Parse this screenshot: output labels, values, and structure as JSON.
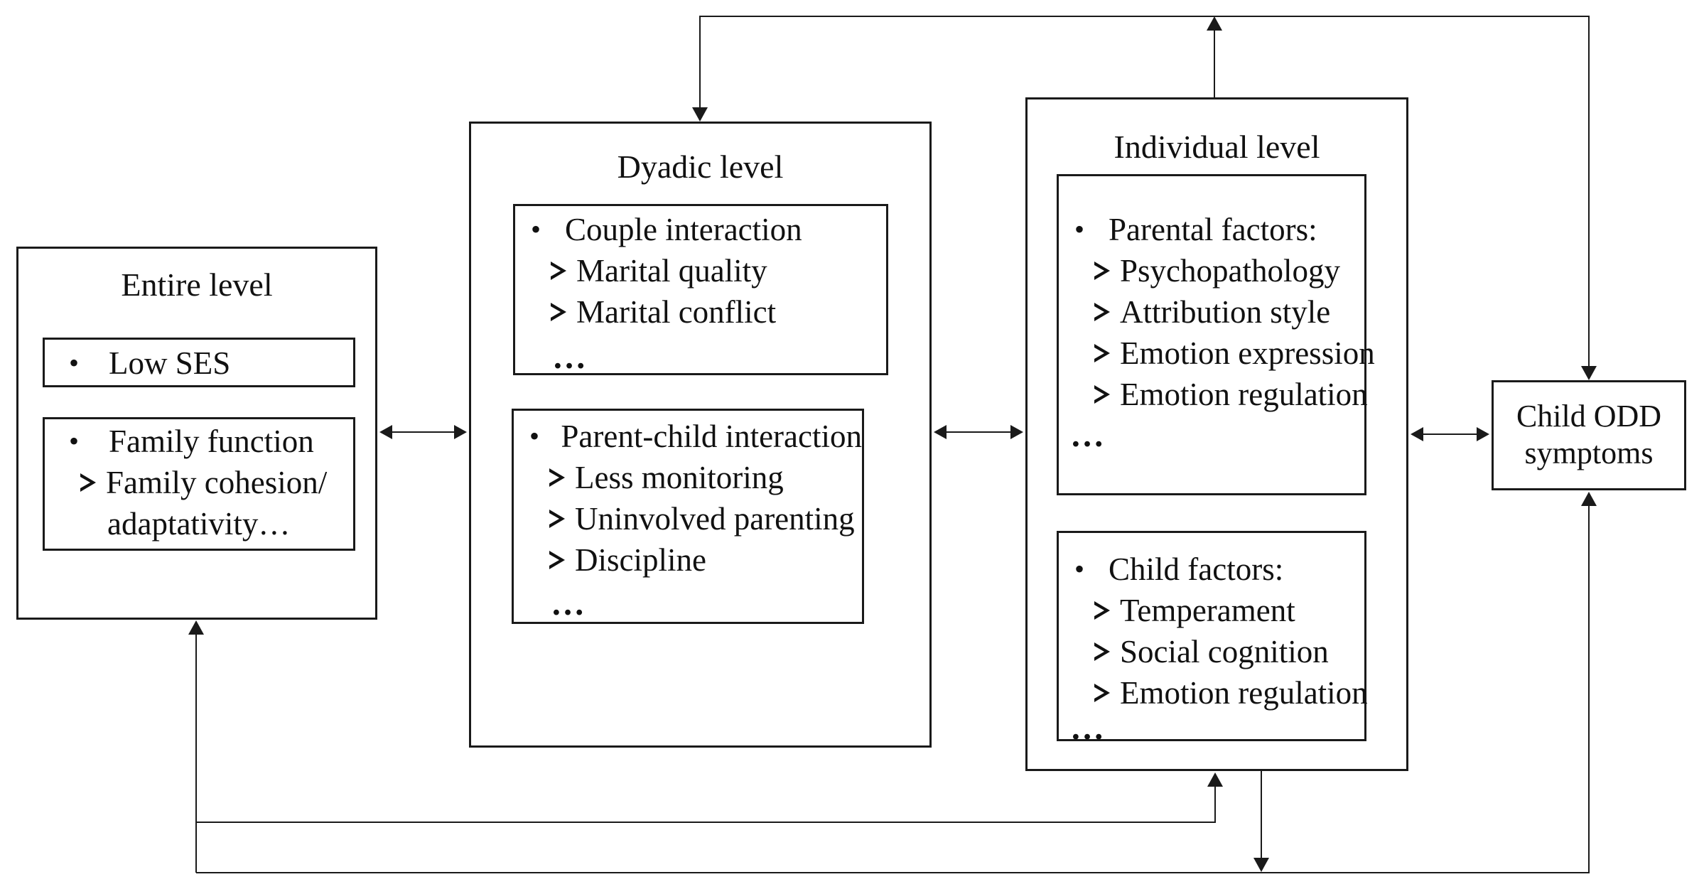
{
  "colors": {
    "background": "#ffffff",
    "line": "#1a1a1a"
  },
  "bullet": "•",
  "panels": {
    "entire": {
      "title": "Entire level",
      "low_ses": {
        "label": "Low SES"
      },
      "family_function": {
        "label": "Family function",
        "subs": [
          "Family cohesion/",
          "adaptativity…"
        ]
      }
    },
    "dyadic": {
      "title": "Dyadic level",
      "couple": {
        "label": "Couple interaction",
        "subs": [
          "Marital quality",
          "Marital conflict"
        ],
        "more": "…"
      },
      "parent_child": {
        "label": "Parent-child interaction",
        "subs": [
          "Less monitoring",
          "Uninvolved parenting",
          "Discipline"
        ],
        "more": "…"
      }
    },
    "individual": {
      "title": "Individual level",
      "parental": {
        "label": "Parental factors:",
        "subs": [
          "Psychopathology",
          "Attribution style",
          "Emotion expression",
          "Emotion regulation"
        ],
        "more": "…"
      },
      "child": {
        "label": "Child factors:",
        "subs": [
          "Temperament",
          "Social cognition",
          "Emotion regulation"
        ],
        "more": "…"
      }
    },
    "outcome": {
      "line1": "Child ODD",
      "line2": "symptoms"
    }
  },
  "relations": [
    {
      "from": "individual-level",
      "to": "top-feedback-line",
      "style": "arrow-up"
    },
    {
      "from": "top-feedback-line",
      "to": "dyadic-level",
      "style": "arrow-down"
    },
    {
      "from": "top-feedback-line",
      "to": "child-odd-symptoms",
      "style": "arrow-down"
    },
    {
      "from": "entire-level",
      "to": "dyadic-level",
      "style": "double-headed"
    },
    {
      "from": "dyadic-level",
      "to": "individual-level",
      "style": "double-headed"
    },
    {
      "from": "individual-level",
      "to": "child-odd-symptoms",
      "style": "double-headed"
    },
    {
      "from": "bottom-feedback-line-upper",
      "to": "individual-level",
      "style": "arrow-up"
    },
    {
      "from": "individual-level",
      "to": "bottom-feedback-line-lower",
      "style": "arrow-down"
    },
    {
      "from": "bottom-feedback-line-lower",
      "to": "entire-level",
      "style": "arrow-up"
    },
    {
      "from": "bottom-feedback-line-lower",
      "to": "child-odd-symptoms",
      "style": "arrow-up"
    }
  ]
}
